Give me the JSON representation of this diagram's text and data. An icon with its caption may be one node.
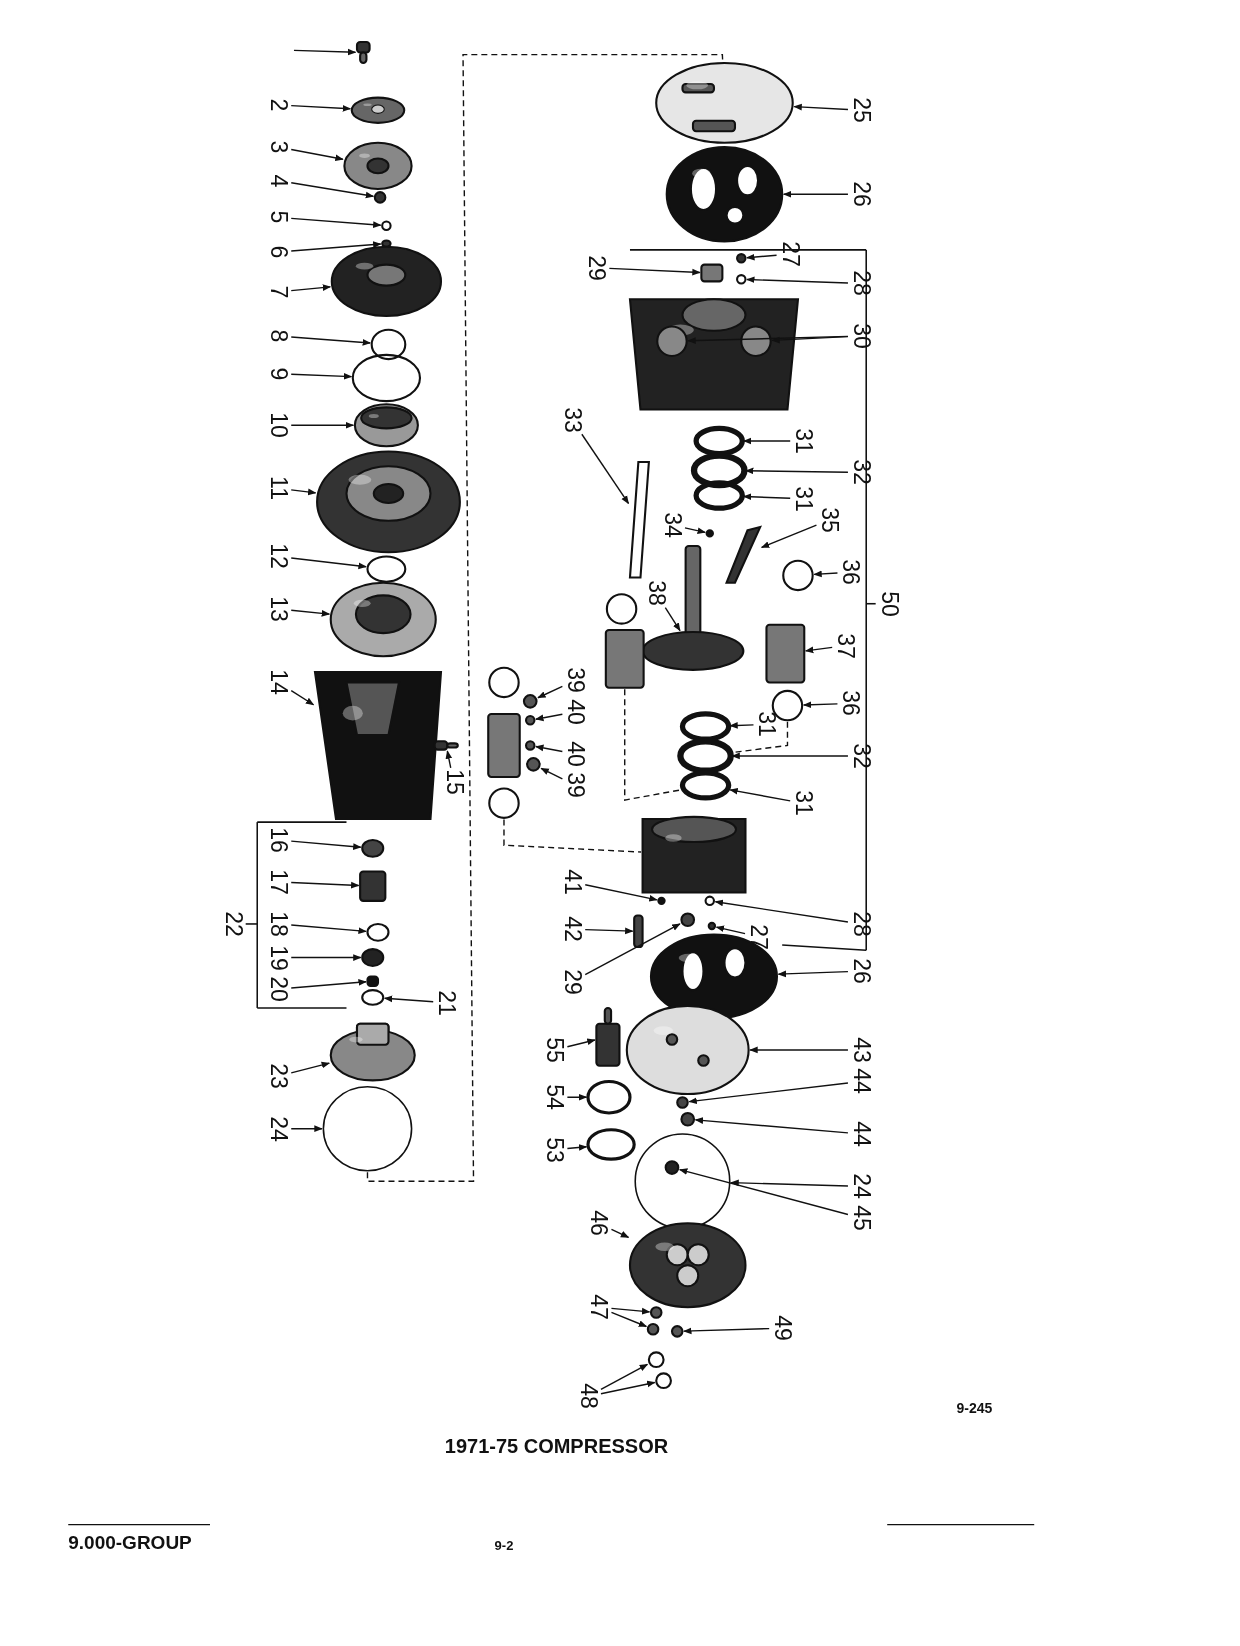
{
  "diagram": {
    "title": "1971-75 COMPRESSOR",
    "nodes": [
      {
        "text": [
          "2"
        ]
      },
      {
        "text": [
          "3"
        ]
      },
      {
        "text": [
          "4"
        ]
      },
      {
        "text": [
          "5"
        ]
      },
      {
        "text": [
          "6"
        ]
      },
      {
        "text": [
          "7"
        ]
      },
      {
        "text": [
          "8"
        ]
      },
      {
        "text": [
          "9"
        ]
      },
      {
        "text": [
          "10"
        ]
      },
      {
        "text": [
          "11"
        ]
      },
      {
        "text": [
          "12"
        ]
      },
      {
        "text": [
          "13"
        ]
      },
      {
        "text": [
          "14"
        ]
      },
      {
        "text": [
          "15"
        ]
      },
      {
        "text": [
          "16"
        ]
      },
      {
        "text": [
          "17"
        ]
      },
      {
        "text": [
          "18"
        ]
      },
      {
        "text": [
          "19"
        ]
      },
      {
        "text": [
          "20"
        ]
      },
      {
        "text": [
          "21"
        ]
      },
      {
        "text": [
          "23"
        ]
      },
      {
        "text": [
          "24"
        ]
      },
      {
        "text": [
          "25"
        ]
      },
      {
        "text": [
          "26"
        ]
      },
      {
        "text": [
          "27"
        ]
      },
      {
        "text": [
          "28"
        ]
      },
      {
        "text": [
          "29"
        ]
      },
      {
        "text": [
          "30"
        ]
      },
      {
        "text": [
          "31"
        ]
      },
      {
        "text": [
          "32"
        ]
      },
      {
        "text": [
          "31"
        ]
      },
      {
        "text": [
          "33"
        ]
      },
      {
        "text": [
          "34"
        ]
      },
      {
        "text": [
          "35"
        ]
      },
      {
        "text": [
          "36"
        ]
      },
      {
        "text": [
          "37"
        ]
      },
      {
        "text": [
          "38"
        ]
      },
      {
        "text": [
          "39"
        ]
      },
      {
        "text": [
          "40"
        ]
      },
      {
        "text": [
          "40"
        ]
      },
      {
        "text": [
          "39"
        ]
      },
      {
        "text": [
          "36"
        ]
      },
      {
        "text": [
          "31"
        ]
      },
      {
        "text": [
          "32"
        ]
      },
      {
        "text": [
          "31"
        ]
      },
      {
        "text": [
          "41"
        ]
      },
      {
        "text": [
          "42"
        ]
      },
      {
        "text": [
          "29"
        ]
      },
      {
        "text": [
          "27"
        ]
      },
      {
        "text": [
          "28"
        ]
      },
      {
        "text": [
          "26"
        ]
      },
      {
        "text": [
          "43"
        ]
      },
      {
        "text": [
          "44"
        ]
      },
      {
        "text": [
          "44"
        ]
      },
      {
        "text": [
          "24"
        ]
      },
      {
        "text": [
          "45"
        ]
      },
      {
        "text": [
          "55"
        ]
      },
      {
        "text": [
          "54"
        ]
      },
      {
        "text": [
          "53"
        ]
      },
      {
        "text": [
          "46"
        ]
      },
      {
        "text": [
          "47"
        ]
      },
      {
        "text": [
          "49"
        ]
      },
      {
        "text": [
          "48"
        ]
      },
      {
        "text": [],
        "shape": "box"
      },
      {
        "text": [],
        "shape": "picture"
      },
      {
        "text": [],
        "shape": "picture"
      },
      {
        "text": [],
        "shape": "circle"
      },
      {
        "text": [],
        "shape": "circle"
      },
      {
        "text": [],
        "shape": "circle"
      },
      {
        "text": [],
        "shape": "picture"
      },
      {
        "text": [],
        "shape": "circle"
      },
      {
        "text": [],
        "shape": "circle"
      },
      {
        "text": [],
        "shape": "picture"
      },
      {
        "text": [],
        "shape": "picture"
      },
      {
        "text": [],
        "shape": "circle"
      },
      {
        "text": [],
        "shape": "picture"
      },
      {
        "text": [],
        "shape": "picture"
      },
      {
        "text": [],
        "shape": "box"
      },
      {
        "text": [],
        "shape": "circle"
      },
      {
        "text": [],
        "shape": "box"
      },
      {
        "text": [],
        "shape": "circle"
      },
      {
        "text": [],
        "shape": "circle"
      },
      {
        "text": [],
        "shape": "box"
      },
      {
        "text": [],
        "shape": "circle"
      },
      {
        "text": [],
        "shape": "picture"
      },
      {
        "text": [],
        "shape": "circle"
      },
      {
        "text": [],
        "shape": "circle"
      },
      {
        "text": [],
        "shape": "circle"
      },
      {
        "text": [],
        "shape": "circle"
      },
      {
        "text": [],
        "shape": "circle"
      },
      {
        "text": [],
        "shape": "picture"
      },
      {
        "text": [],
        "shape": "picture"
      },
      {
        "text": [],
        "shape": "circle"
      },
      {
        "text": [],
        "shape": "box"
      },
      {
        "text": [],
        "shape": "circle"
      },
      {
        "text": [],
        "shape": "picture"
      },
      {
        "text": [],
        "shape": "circle",
        "in": 95
      },
      {
        "text": [],
        "shape": "circle",
        "in": 95
      },
      {
        "text": [],
        "shape": "bar"
      },
      {
        "text": [],
        "shape": "circle"
      },
      {
        "text": [],
        "shape": "circle"
      },
      {
        "text": [],
        "shape": "circle"
      },
      {
        "text": [],
        "shape": "circle"
      },
      {
        "text": [],
        "shape": "bar"
      },
      {
        "text": [],
        "shape": "circle"
      },
      {
        "text": [],
        "shape": "circle"
      },
      {
        "text": [],
        "shape": "box"
      },
      {
        "text": [],
        "shape": "circle"
      },
      {
        "text": [],
        "shape": "circle"
      },
      {
        "text": [],
        "shape": "circle"
      },
      {
        "text": [],
        "shape": "circle"
      },
      {
        "text": [],
        "shape": "circle"
      },
      {
        "text": [],
        "shape": "box"
      },
      {
        "text": [],
        "shape": "circle"
      },
      {
        "text": [],
        "shape": "circle"
      },
      {
        "text": [],
        "shape": "circle"
      },
      {
        "text": [],
        "shape": "picture"
      },
      {
        "text": [],
        "shape": "box"
      },
      {
        "text": [],
        "shape": "picture"
      },
      {
        "text": [],
        "shape": "circle"
      },
      {
        "text": [],
        "shape": "circle"
      },
      {
        "text": [],
        "shape": "circle"
      },
      {
        "text": [],
        "shape": "circle"
      },
      {
        "text": [],
        "shape": "circle"
      },
      {
        "text": [],
        "shape": "circle",
        "in": 123
      },
      {
        "text": [],
        "shape": "picture"
      },
      {
        "text": [],
        "shape": "circle"
      },
      {
        "text": [],
        "shape": "circle"
      },
      {
        "text": [],
        "shape": "circle"
      },
      {
        "text": [],
        "shape": "circle"
      },
      {
        "text": [],
        "shape": "circle"
      },
      {
        "text": [],
        "shape": "circle"
      },
      {
        "text": [],
        "shape": "picture"
      },
      {
        "text": [],
        "shape": "box"
      }
    ],
    "edges": [
      {
        "from": 0,
        "to": 64,
        "arrow": "to"
      },
      {
        "from": 1,
        "to": 65,
        "arrow": "to"
      },
      {
        "from": 2,
        "to": 66,
        "arrow": "to"
      },
      {
        "from": 3,
        "to": 67,
        "arrow": "to"
      },
      {
        "from": 4,
        "to": 68,
        "arrow": "to"
      },
      {
        "from": 5,
        "to": 69,
        "arrow": "to"
      },
      {
        "from": 6,
        "to": 70,
        "arrow": "to"
      },
      {
        "from": 7,
        "to": 71,
        "arrow": "to"
      },
      {
        "from": 8,
        "to": 72,
        "arrow": "to"
      },
      {
        "from": 9,
        "to": 73,
        "arrow": "to"
      },
      {
        "from": 10,
        "to": 74,
        "arrow": "to"
      },
      {
        "from": 11,
        "to": 75,
        "arrow": "to"
      },
      {
        "from": 12,
        "to": 76,
        "arrow": "to"
      },
      {
        "from": 13,
        "to": 77,
        "arrow": "to"
      },
      {
        "from": 14,
        "to": 78,
        "arrow": "to"
      },
      {
        "from": 15,
        "to": 79,
        "arrow": "to"
      },
      {
        "from": 16,
        "to": 80,
        "arrow": "to"
      },
      {
        "from": 17,
        "to": 81,
        "arrow": "to"
      },
      {
        "from": 18,
        "to": 82,
        "arrow": "to"
      },
      {
        "from": 19,
        "to": 83,
        "arrow": "to"
      },
      {
        "from": 20,
        "to": 84,
        "arrow": "to"
      },
      {
        "from": 21,
        "to": 85,
        "arrow": "to"
      },
      {
        "from": 22,
        "to": 90,
        "arrow": "to"
      },
      {
        "from": 23,
        "to": 91,
        "arrow": "to"
      },
      {
        "from": 24,
        "to": 92,
        "arrow": "to"
      },
      {
        "from": 25,
        "to": 94,
        "arrow": "to"
      },
      {
        "from": 26,
        "to": 93,
        "arrow": "to"
      },
      {
        "from": 27,
        "to": 96,
        "arrow": "to"
      },
      {
        "from": 27,
        "to": 97,
        "arrow": "to"
      },
      {
        "from": 28,
        "to": 99,
        "arrow": "to"
      },
      {
        "from": 29,
        "to": 100,
        "arrow": "to"
      },
      {
        "from": 30,
        "to": 101,
        "arrow": "to"
      },
      {
        "from": 31,
        "to": 98,
        "arrow": "to"
      },
      {
        "from": 32,
        "to": 102,
        "arrow": "to"
      },
      {
        "from": 33,
        "to": 103,
        "arrow": "to"
      },
      {
        "from": 34,
        "to": 104,
        "arrow": "to"
      },
      {
        "from": 35,
        "to": 106,
        "arrow": "to"
      },
      {
        "from": 36,
        "to": 105,
        "arrow": "to"
      },
      {
        "from": 37,
        "to": 86,
        "arrow": "to"
      },
      {
        "from": 38,
        "to": 87,
        "arrow": "to"
      },
      {
        "from": 39,
        "to": 88,
        "arrow": "to"
      },
      {
        "from": 40,
        "to": 89,
        "arrow": "to"
      },
      {
        "from": 41,
        "to": 107,
        "arrow": "to"
      },
      {
        "from": 42,
        "to": 108,
        "arrow": "to"
      },
      {
        "from": 43,
        "to": 109,
        "arrow": "to"
      },
      {
        "from": 44,
        "to": 110,
        "arrow": "to"
      },
      {
        "from": 45,
        "to": 111,
        "arrow": "to"
      },
      {
        "from": 46,
        "to": 112,
        "arrow": "to"
      },
      {
        "from": 47,
        "to": 113,
        "arrow": "to"
      },
      {
        "from": 48,
        "to": 114,
        "arrow": "to"
      },
      {
        "from": 49,
        "to": 115,
        "arrow": "to"
      },
      {
        "from": 50,
        "to": 116,
        "arrow": "to"
      },
      {
        "from": 51,
        "to": 118,
        "arrow": "to"
      },
      {
        "from": 52,
        "to": 119,
        "arrow": "to"
      },
      {
        "from": 53,
        "to": 121,
        "arrow": "to"
      },
      {
        "from": 54,
        "to": 123,
        "arrow": "to"
      },
      {
        "from": 55,
        "to": 124,
        "arrow": "to"
      },
      {
        "from": 56,
        "to": 117,
        "arrow": "to"
      },
      {
        "from": 57,
        "to": 120,
        "arrow": "to"
      },
      {
        "from": 58,
        "to": 122,
        "arrow": "to"
      },
      {
        "from": 59,
        "to": 125,
        "arrow": "to"
      },
      {
        "from": 60,
        "to": 126,
        "arrow": "to"
      },
      {
        "from": 60,
        "to": 127,
        "arrow": "to"
      },
      {
        "from": 61,
        "to": 128,
        "arrow": "to"
      },
      {
        "from": 62,
        "to": 129,
        "arrow": "to"
      },
      {
        "from": 62,
        "to": 130,
        "arrow": "to"
      },
      {
        "from": null,
        "to": 63,
        "arrow": "to"
      },
      {
        "from": 85,
        "to": 90,
        "arrow": "none",
        "style": "dashed"
      },
      {
        "from": 131,
        "to": 132,
        "arrow": "none",
        "style": "dashed"
      },
      {
        "from": 133,
        "to": 110,
        "arrow": "none",
        "style": "dashed"
      },
      {
        "from": 107,
        "to": 109,
        "arrow": "none",
        "style": "dashed"
      }
    ],
    "labels": [
      "22",
      "50",
      "9-245",
      "9.000-GROUP",
      "9-2"
    ]
  }
}
